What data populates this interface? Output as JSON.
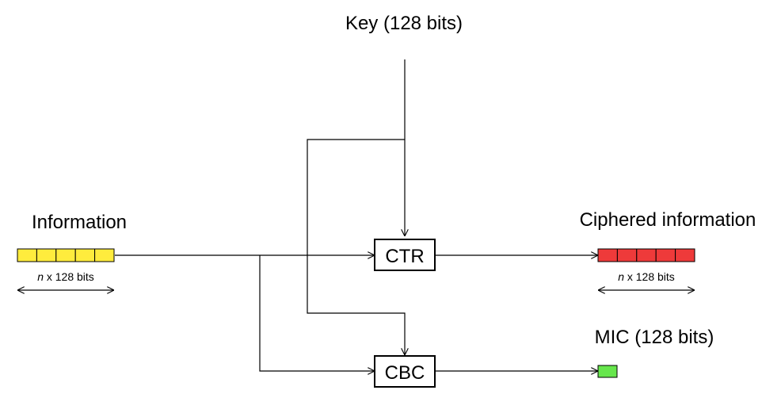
{
  "labels": {
    "key": "Key (128 bits)",
    "information": "Information",
    "ciphered_information": "Ciphered information",
    "mic": "MIC (128 bits)",
    "ctr": "CTR",
    "cbc": "CBC",
    "size_prefix": "n",
    "size_suffix": " x 128 bits"
  },
  "colors": {
    "plaintext_block": "#ffec3d",
    "ciphertext_block": "#ee3a3a",
    "mic_block": "#66e64c"
  },
  "icons": {
    "arrowhead": "arrowhead-icon",
    "double_arrow": "double-arrow-icon"
  }
}
